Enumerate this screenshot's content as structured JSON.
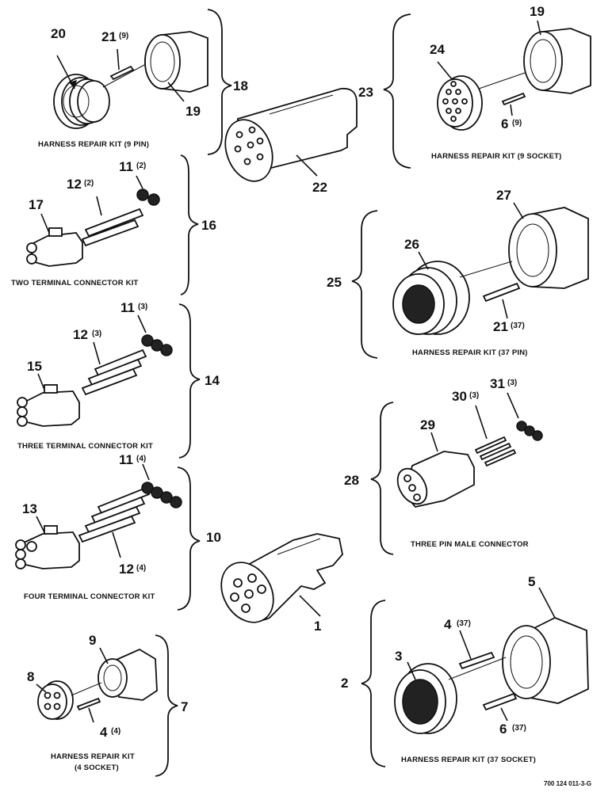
{
  "callouts": {
    "n1": "1",
    "n2": "2",
    "n3": "3",
    "n4": "4",
    "n5": "5",
    "n6": "6",
    "n7": "7",
    "n8": "8",
    "n9": "9",
    "n10": "10",
    "n11a": "11",
    "n11b": "11",
    "n11c": "11",
    "n12a": "12",
    "n12b": "12",
    "n12c": "12",
    "n13": "13",
    "n14": "14",
    "n15": "15",
    "n16": "16",
    "n17": "17",
    "n18": "18",
    "n19a": "19",
    "n19b": "19",
    "n20": "20",
    "n21a": "21",
    "n21b": "21",
    "n22": "22",
    "n23": "23",
    "n24": "24",
    "n25": "25",
    "n26": "26",
    "n27": "27",
    "n28": "28",
    "n29": "29",
    "n30": "30",
    "n31": "31"
  },
  "quantities": {
    "q21_9": "(9)",
    "q11_2": "(2)",
    "q12_2": "(2)",
    "q11_3": "(3)",
    "q12_3": "(3)",
    "q11_4": "(4)",
    "q12_4": "(4)",
    "q4_4": "(4)",
    "q6_9": "(9)",
    "q21_37": "(37)",
    "q30_3": "(3)",
    "q31_3": "(3)",
    "q4_37": "(37)",
    "q6_37": "(37)"
  },
  "captions": {
    "kit_9pin": "HARNESS REPAIR KIT (9 PIN)",
    "kit_9socket": "HARNESS REPAIR KIT (9 SOCKET)",
    "two_terminal": "TWO TERMINAL CONNECTOR KIT",
    "kit_37pin": "HARNESS REPAIR KIT (37 PIN)",
    "three_terminal": "THREE TERMINAL CONNECTOR KIT",
    "three_pin_male": "THREE PIN MALE CONNECTOR",
    "four_terminal": "FOUR TERMINAL CONNECTOR KIT",
    "kit_4socket_l1": "HARNESS REPAIR KIT",
    "kit_4socket_l2": "(4 SOCKET)",
    "kit_37socket": "HARNESS REPAIR KIT (37 SOCKET)"
  },
  "drawing_ref": "700 124 011-3-G"
}
